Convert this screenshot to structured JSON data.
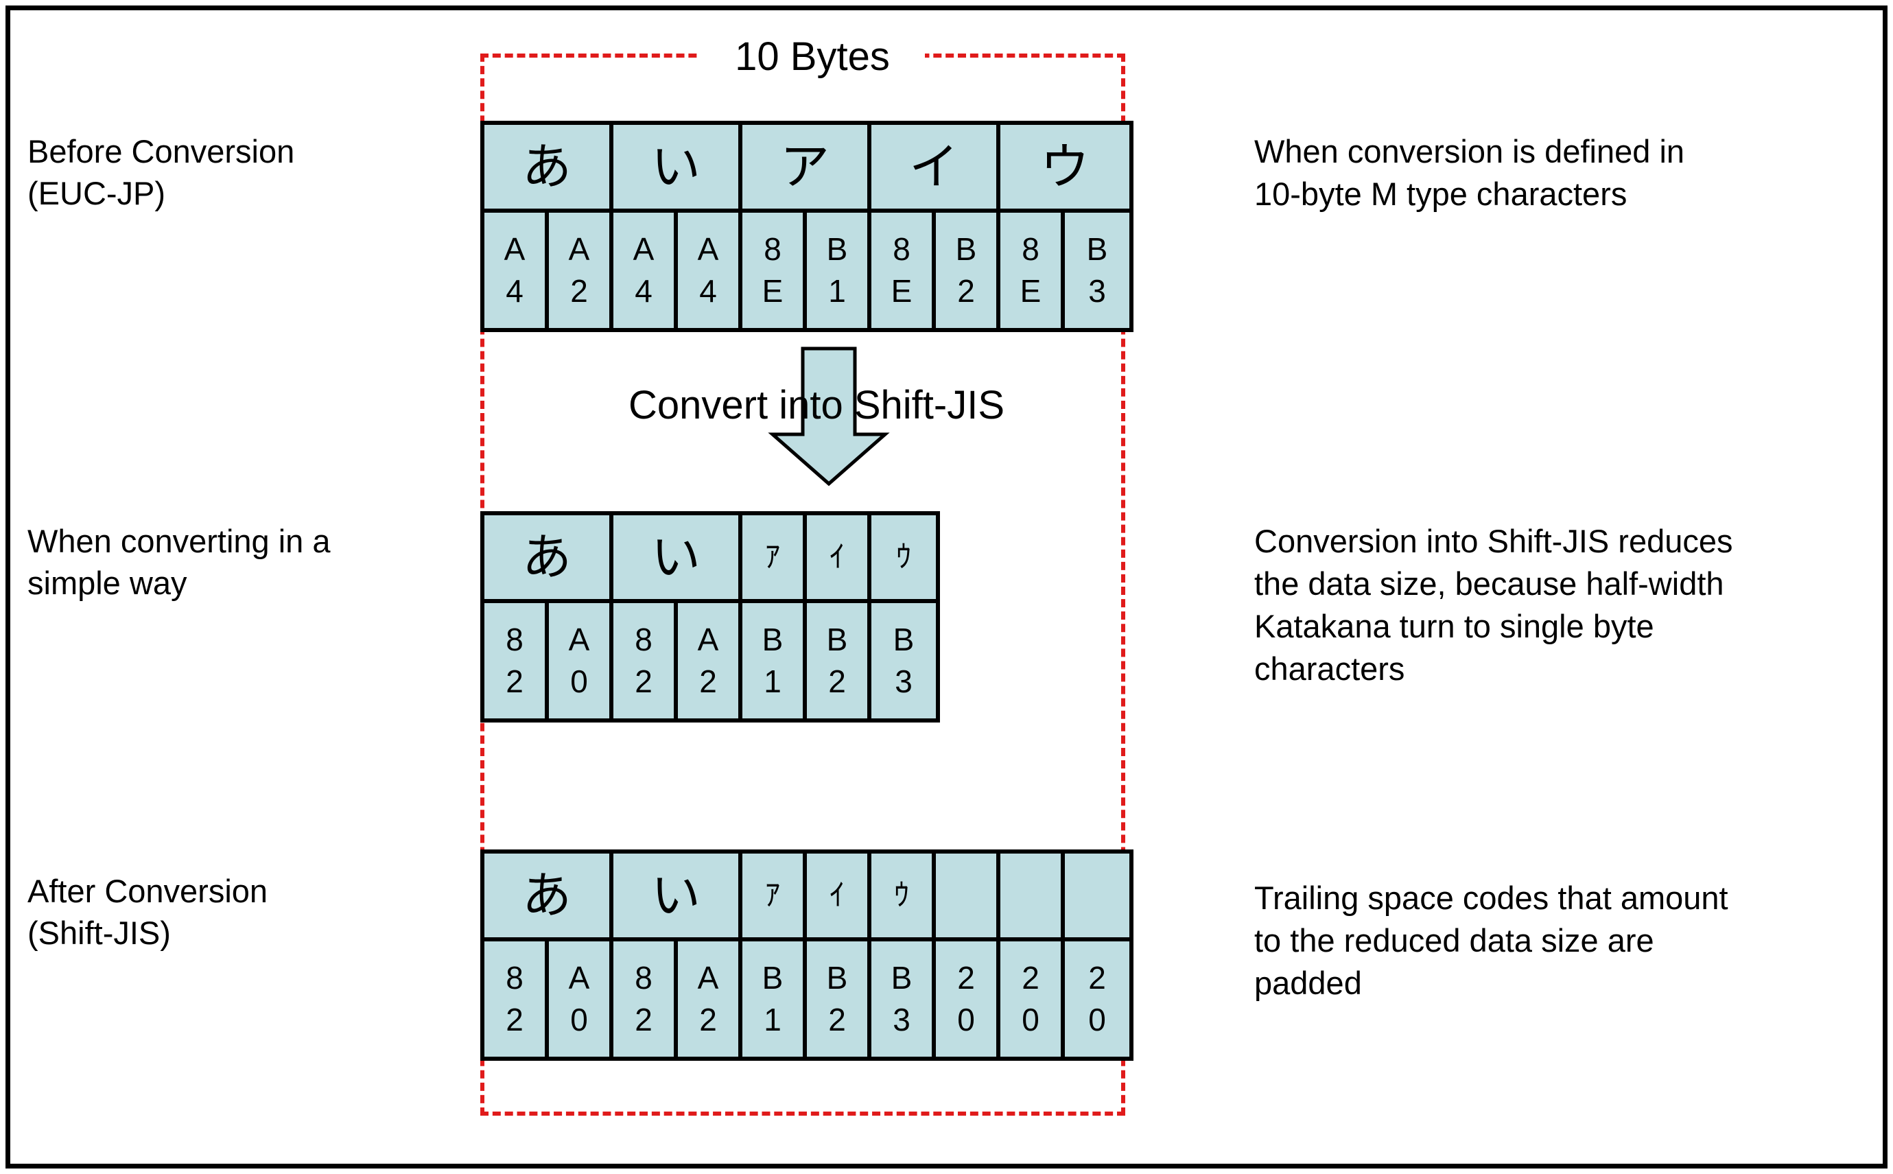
{
  "diagram": {
    "region_caption": "10 Bytes",
    "arrow_caption": "Convert into Shift-JIS",
    "accent_dashed_color": "#e01b1b",
    "cell_fill_color": "#bfdee2",
    "border_color": "#000000"
  },
  "rows": [
    {
      "label": "Before Conversion\n(EUC-JP)",
      "note": "When conversion is defined in\n10-byte M type characters",
      "chars": [
        {
          "glyph": "あ",
          "width": "full",
          "bytes": [
            "A4",
            "A2"
          ]
        },
        {
          "glyph": "い",
          "width": "full",
          "bytes": [
            "A4",
            "A4"
          ]
        },
        {
          "glyph": "ア",
          "width": "full",
          "bytes": [
            "8E",
            "B1"
          ]
        },
        {
          "glyph": "イ",
          "width": "full",
          "bytes": [
            "8E",
            "B2"
          ]
        },
        {
          "glyph": "ウ",
          "width": "full",
          "bytes": [
            "8E",
            "B3"
          ]
        }
      ],
      "byte_count": 10
    },
    {
      "label": "When converting in a\nsimple way",
      "note": "Conversion into Shift-JIS reduces\nthe data size, because half-width\nKatakana turn to single byte\ncharacters",
      "chars": [
        {
          "glyph": "あ",
          "width": "full",
          "bytes": [
            "82",
            "A0"
          ]
        },
        {
          "glyph": "い",
          "width": "full",
          "bytes": [
            "82",
            "A2"
          ]
        },
        {
          "glyph": "ｱ",
          "width": "half",
          "bytes": [
            "B1"
          ]
        },
        {
          "glyph": "ｲ",
          "width": "half",
          "bytes": [
            "B2"
          ]
        },
        {
          "glyph": "ｳ",
          "width": "half",
          "bytes": [
            "B3"
          ]
        }
      ],
      "byte_count": 7
    },
    {
      "label": "After Conversion\n(Shift-JIS)",
      "note": "Trailing space codes that amount\nto the reduced data size are\npadded",
      "chars": [
        {
          "glyph": "あ",
          "width": "full",
          "bytes": [
            "82",
            "A0"
          ]
        },
        {
          "glyph": "い",
          "width": "full",
          "bytes": [
            "82",
            "A2"
          ]
        },
        {
          "glyph": "ｱ",
          "width": "half",
          "bytes": [
            "B1"
          ]
        },
        {
          "glyph": "ｲ",
          "width": "half",
          "bytes": [
            "B2"
          ]
        },
        {
          "glyph": "ｳ",
          "width": "half",
          "bytes": [
            "B3"
          ]
        },
        {
          "glyph": "",
          "width": "half",
          "bytes": [
            "20"
          ]
        },
        {
          "glyph": "",
          "width": "half",
          "bytes": [
            "20"
          ]
        },
        {
          "glyph": "",
          "width": "half",
          "bytes": [
            "20"
          ]
        }
      ],
      "byte_count": 10
    }
  ]
}
